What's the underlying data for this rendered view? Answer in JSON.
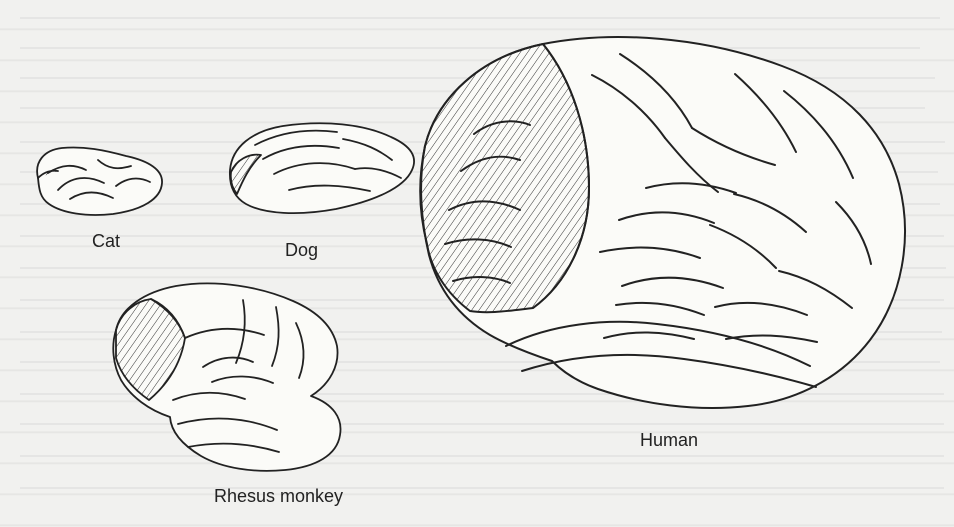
{
  "labels": {
    "cat": "Cat",
    "dog": "Dog",
    "rhesus": "Rhesus monkey",
    "human": "Human"
  },
  "colors": {
    "background": "#f1f1ef",
    "ink": "#222222"
  }
}
